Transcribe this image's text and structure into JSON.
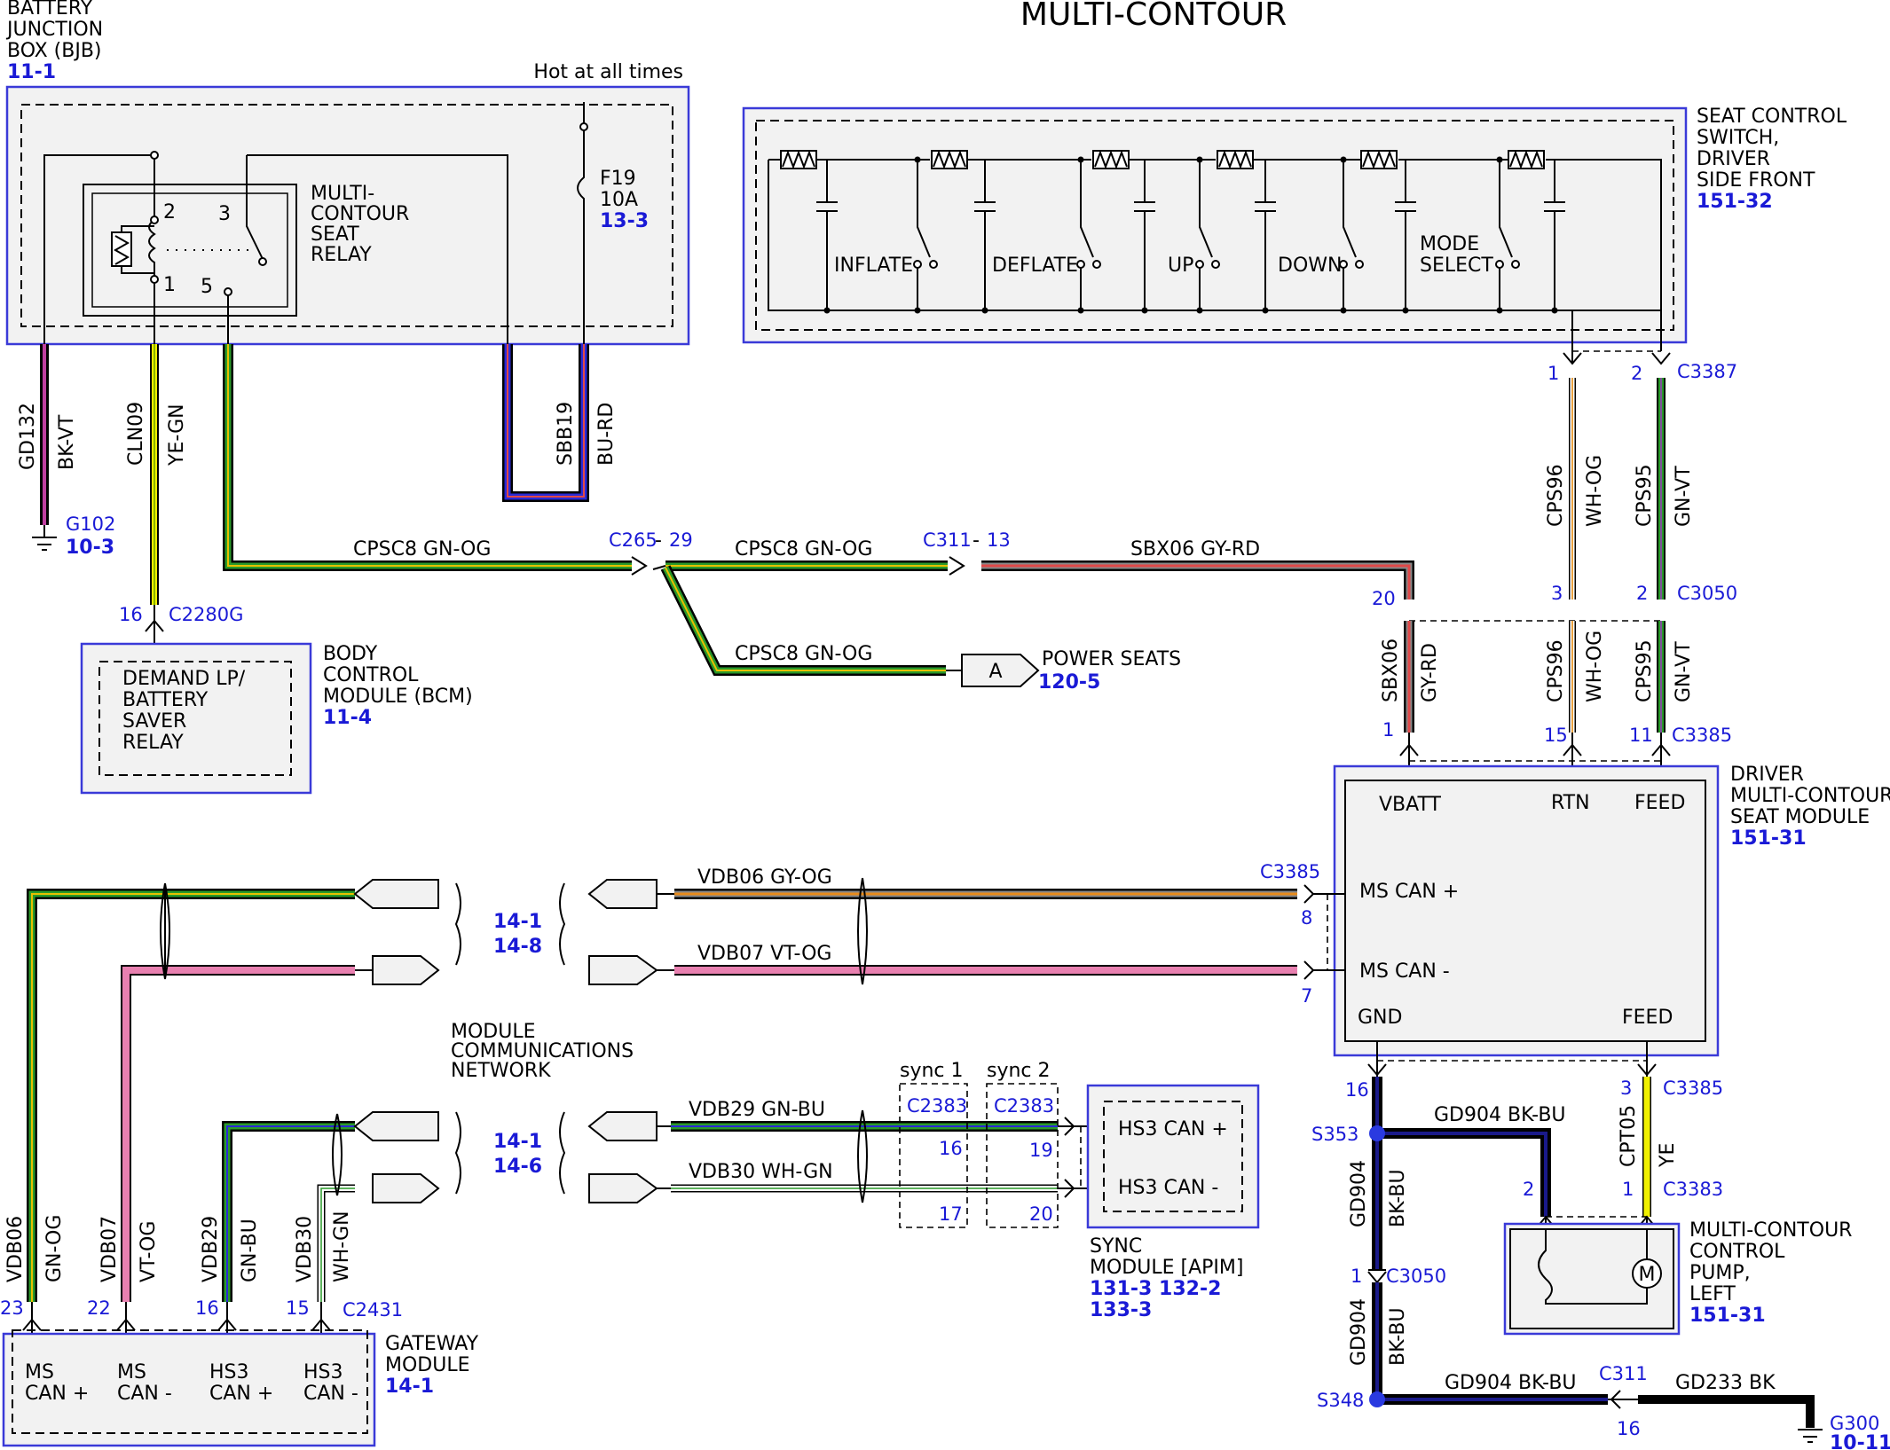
{
  "title": "MULTI-CONTOUR",
  "components": {
    "bjb": {
      "name_lines": [
        "BATTERY",
        "JUNCTION",
        "BOX (BJB)"
      ],
      "ref": "11-1",
      "hot": "Hot at all times",
      "relay_lines": [
        "MULTI-",
        "CONTOUR",
        "SEAT",
        "RELAY"
      ],
      "pins": [
        "2",
        "3",
        "1",
        "5"
      ],
      "fuse": "F19",
      "fuse_amp": "10A",
      "fuse_ref": "13-3"
    },
    "seat_switch": {
      "name_lines": [
        "SEAT CONTROL",
        "SWITCH,",
        "DRIVER",
        "SIDE FRONT"
      ],
      "ref": "151-32",
      "switches": [
        "INFLATE",
        "DEFLATE",
        "UP",
        "DOWN",
        "MODE",
        "SELECT"
      ]
    },
    "bcm": {
      "name_lines": [
        "BODY",
        "CONTROL",
        "MODULE (BCM)"
      ],
      "ref": "11-4",
      "inner_lines": [
        "DEMAND LP/",
        "BATTERY",
        "SAVER",
        "RELAY"
      ]
    },
    "seat_module": {
      "name_lines": [
        "DRIVER",
        "MULTI-CONTOUR",
        "SEAT MODULE"
      ],
      "ref": "151-31",
      "pins": [
        "VBATT",
        "RTN",
        "FEED",
        "MS CAN +",
        "MS CAN -",
        "GND",
        "FEED"
      ]
    },
    "pump": {
      "name_lines": [
        "MULTI-CONTOUR",
        "CONTROL",
        "PUMP,",
        "LEFT"
      ],
      "ref": "151-31",
      "motor": "M"
    },
    "sync": {
      "name_lines": [
        "SYNC",
        "MODULE [APIM]"
      ],
      "refs": [
        "131-3 132-2",
        "133-3"
      ],
      "pins": [
        "HS3 CAN +",
        "HS3 CAN -"
      ],
      "sync1": "sync 1",
      "sync2": "sync 2"
    },
    "gateway": {
      "name_lines": [
        "GATEWAY",
        "MODULE"
      ],
      "ref": "14-1",
      "pins": [
        [
          "MS",
          "CAN +"
        ],
        [
          "MS",
          "CAN -"
        ],
        [
          "HS3",
          "CAN +"
        ],
        [
          "HS3",
          "CAN -"
        ]
      ]
    },
    "power_seats": {
      "name": "POWER SEATS",
      "ref": "120-5",
      "letter": "A"
    },
    "mcn": {
      "name_lines": [
        "MODULE",
        "COMMUNICATIONS",
        "NETWORK"
      ],
      "refs_a": [
        "14-1",
        "14-8"
      ],
      "refs_b": [
        "14-1",
        "14-6"
      ]
    }
  },
  "grounds": {
    "g102": "G102",
    "g102_ref": "10-3",
    "g300": "G300",
    "g300_ref": "10-11"
  },
  "splices": {
    "s353": "S353",
    "s348": "S348"
  },
  "connectors": {
    "c265": "C265",
    "c265_pin": "29",
    "c311": "C311",
    "c311_pin": "13",
    "c2280g": "C2280G",
    "c2280g_pin": "16",
    "c3387": "C3387",
    "c3387_p1": "1",
    "c3387_p2": "2",
    "c3050": "C3050",
    "c3050_p3": "3",
    "c3050_p2": "2",
    "c3050_b": "C3050",
    "c3050_b_pin": "1",
    "c3385": "C3385",
    "c3385_p1": "1",
    "c3385_p15": "15",
    "c3385_p11": "11",
    "c3385_can": "C3385",
    "c3385_p8": "8",
    "c3385_p7": "7",
    "c3385_low": "C3385",
    "c3385_p16": "16",
    "c3385_p3": "3",
    "c3383": "C3383",
    "c3383_p2": "2",
    "c3383_p1": "1",
    "c3050_rb": "20",
    "c2383": "C2383",
    "c2383_b": "C2383",
    "c2383_p16": "16",
    "c2383_p17": "17",
    "c2383_p19": "19",
    "c2383_p20": "20",
    "c311_b": "C311",
    "c311_b_pin": "16",
    "c2431": "C2431",
    "gw_pins": [
      "23",
      "22",
      "16",
      "15"
    ]
  },
  "wires": {
    "gd132": "GD132",
    "gd132_c": "BK-VT",
    "cln09": "CLN09",
    "cln09_c": "YE-GN",
    "sbb19": "SBB19",
    "sbb19_c": "BU-RD",
    "cpsc8_1": "CPSC8  GN-OG",
    "cpsc8_2": "CPSC8  GN-OG",
    "cpsc8_3": "CPSC8  GN-OG",
    "sbx06_h": "SBX06  GY-RD",
    "sbx06_v": "SBX06",
    "sbx06_vc": "GY-RD",
    "cps96_a": "CPS96",
    "cps96_ac": "WH-OG",
    "cps95_a": "CPS95",
    "cps95_ac": "GN-VT",
    "cps96_b": "CPS96",
    "cps96_bc": "WH-OG",
    "cps95_b": "CPS95",
    "cps95_bc": "GN-VT",
    "vdb06": "VDB06  GY-OG",
    "vdb07": "VDB07  VT-OG",
    "vdb29": "VDB29  GN-BU",
    "vdb30": "VDB30  WH-GN",
    "gd904_h": "GD904  BK-BU",
    "gd904_v1": "GD904",
    "gd904_v1c": "BK-BU",
    "gd904_v2": "GD904",
    "gd904_v2c": "BK-BU",
    "gd904_h2": "GD904 BK-BU",
    "cpt05": "CPT05",
    "cpt05_c": "YE",
    "gd233": "GD233  BK",
    "gw_vdb06": "VDB06",
    "gw_vdb06c": "GN-OG",
    "gw_vdb07": "VDB07",
    "gw_vdb07c": "VT-OG",
    "gw_vdb29": "VDB29",
    "gw_vdb29c": "GN-BU",
    "gw_vdb30": "VDB30",
    "gw_vdb30c": "WH-GN"
  },
  "colors": {
    "accent": "#1a1ad6",
    "gn": "#1e8a1e",
    "og": "#e88a1a",
    "ye": "#f0f000",
    "pk": "#e880b0",
    "bu": "#1a1ad6",
    "rd": "#e04848",
    "gy": "#888888",
    "bk": "#000000"
  }
}
